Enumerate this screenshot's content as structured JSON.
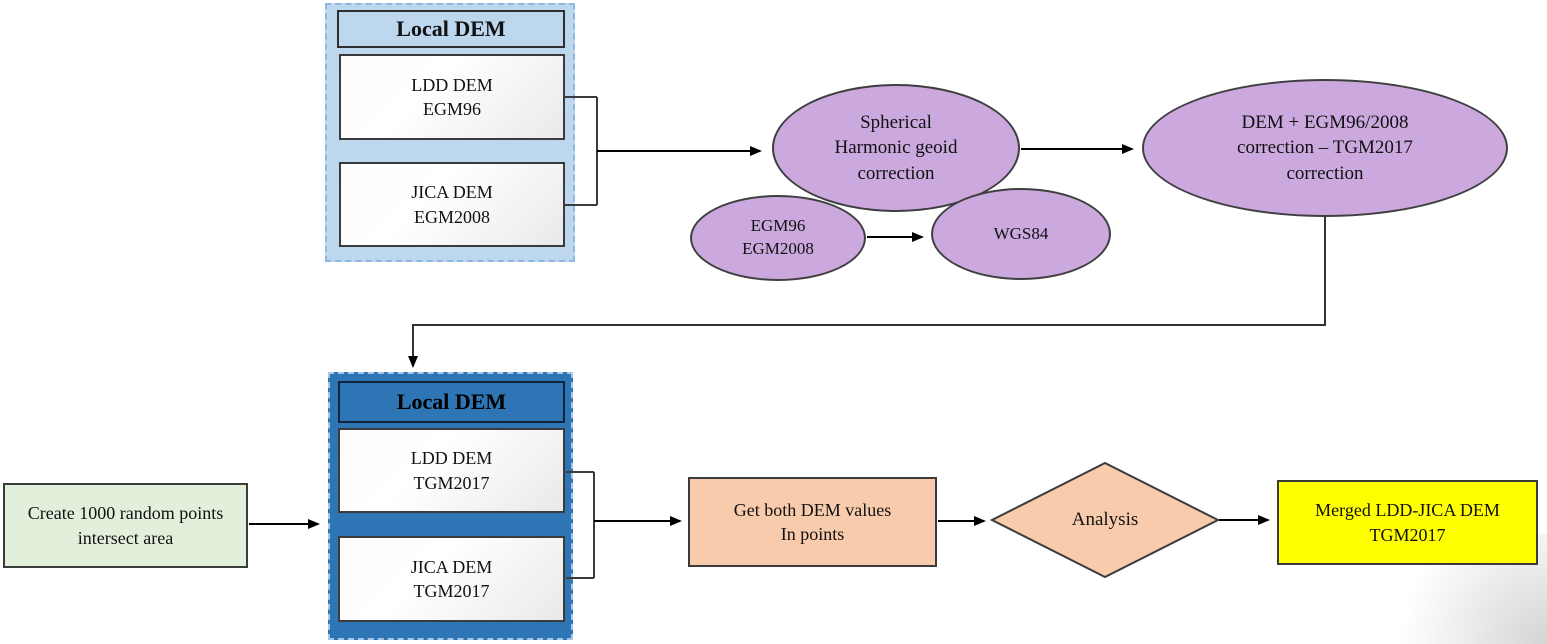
{
  "colors": {
    "light_blue_fill": "#BDD7EE",
    "dark_blue_fill": "#2E75B6",
    "purple_fill": "#CBA9DF",
    "peach_fill": "#F8CBAD",
    "green_fill": "#E2EFDA",
    "yellow_fill": "#FFFF00",
    "connector": "#000000"
  },
  "top_group": {
    "title": "Local DEM",
    "items": [
      {
        "label": "LDD DEM\nEGM96"
      },
      {
        "label": "JICA DEM\nEGM2008"
      }
    ]
  },
  "ellipses": {
    "spherical": "Spherical\nHarmonic geoid\ncorrection",
    "egm": "EGM96\nEGM2008",
    "wgs84": "WGS84",
    "dem_correction": "DEM + EGM96/2008\ncorrection – TGM2017\ncorrection"
  },
  "bottom_group": {
    "title": "Local DEM",
    "items": [
      {
        "label": "LDD DEM\nTGM2017"
      },
      {
        "label": "JICA DEM\nTGM2017"
      }
    ]
  },
  "process": {
    "create_points": "Create 1000 random points\nintersect area",
    "get_values": "Get both DEM values\nIn points",
    "analysis": "Analysis",
    "merged": "Merged LDD-JICA DEM\nTGM2017"
  }
}
